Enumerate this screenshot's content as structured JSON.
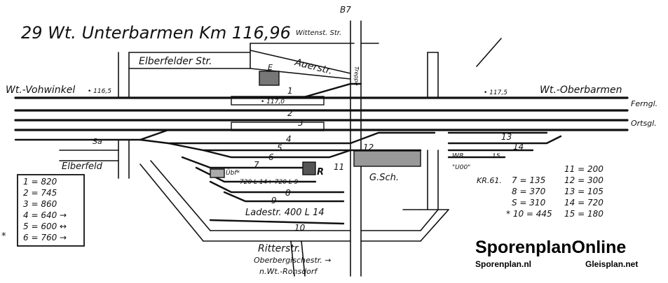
{
  "title": "29 Wt. Unterbarmen Km 116,96",
  "title_sub": "Wittenst. Str.",
  "bridge_ref": "B7",
  "streets": {
    "elberfelder": "Elberfelder Str.",
    "auer": "Auerstr.",
    "ritter": "Ritterstr.",
    "oberbergische": "Oberbergischestr. →",
    "ronsdorf": "n.Wt.-Ronsdorf",
    "ladestr": "Ladestr. 400 L 14"
  },
  "stations": {
    "west": "Wt.-Vohwinkel",
    "west_km": "• 116,5",
    "east": "Wt.-Oberbarmen",
    "east_km": "• 117,5",
    "elberfeld": "Elberfeld",
    "gsch": "G.Sch.",
    "e_label": "E",
    "sa": "Sa",
    "treppe": "Treppe",
    "ferngl": "Ferngl.",
    "ortsgl": "Ortsgl."
  },
  "platform_km": "• 117,0",
  "track_labels": [
    "1",
    "2",
    "3",
    "4",
    "5",
    "6",
    "7",
    "8",
    "9",
    "10",
    "11",
    "12",
    "13",
    "14",
    "15"
  ],
  "misc_labels": {
    "ubf": "Übf*",
    "t720": "720 L 14+ 720 L 9",
    "r": "R",
    "w8": "W8",
    "u00": "\"U00\"",
    "star": "*"
  },
  "legend_left": [
    "1 = 820",
    "2 = 745",
    "3 = 860",
    "4 = 640 →",
    "5 = 600 ↔",
    "6 = 760 →"
  ],
  "legend_right": {
    "prefix": "KR.61.",
    "col1": [
      "7 = 135",
      "8 = 370",
      "S = 310",
      "* 10 = 445"
    ],
    "col2": [
      "11 = 200",
      "12 = 300",
      "13 = 105",
      "14 = 720",
      "15 = 180"
    ]
  },
  "brand": {
    "name": "SporenplanOnline",
    "site1": "Sporenplan.nl",
    "site2": "Gleisplan.net"
  }
}
